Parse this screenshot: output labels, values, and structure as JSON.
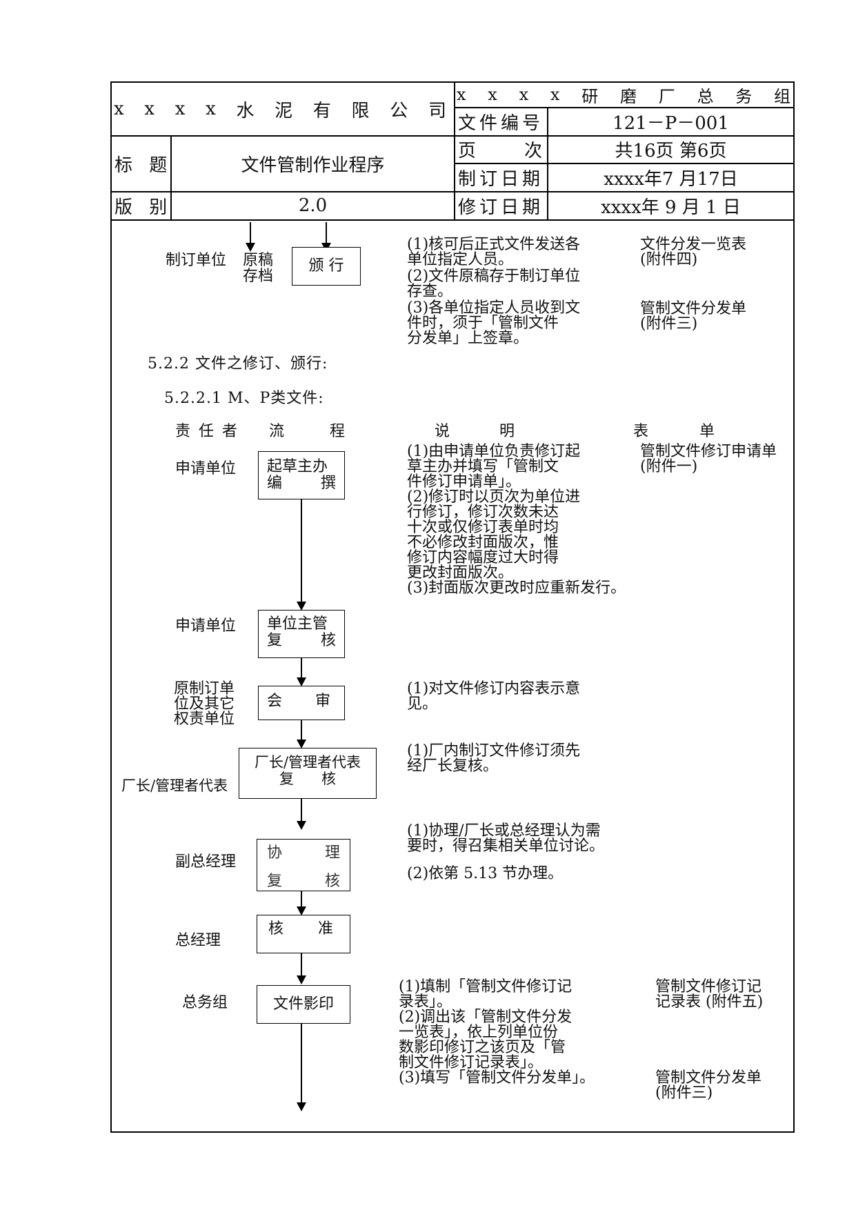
{
  "header": {
    "company": [
      "x",
      "x",
      "x",
      "x",
      "水",
      "泥",
      "有",
      "限",
      "公",
      "司"
    ],
    "department": [
      "x",
      "x",
      "x",
      "x",
      "研",
      "磨",
      "厂",
      "总",
      "务",
      "组"
    ],
    "doc_no_label": "文件编号",
    "doc_no_value": "121－P－001",
    "title_label": "标 题",
    "title_value": "文件管制作业程序",
    "page_label": [
      "页",
      "次"
    ],
    "page_value": "共16页 第6页",
    "issue_date_label": "制订日期",
    "issue_date_value": "xxxx年7 月17日",
    "version_label": "版 别",
    "version_value": "2.0",
    "revise_date_label": "修订日期",
    "revise_date_value": "xxxx年 9 月 1 日"
  },
  "top_section": {
    "unit": "制订单位",
    "archive": [
      "原稿",
      "存档"
    ],
    "issue_box": "颁 行",
    "notes": [
      [
        "(1)核可后正式文件发送各",
        "   单位指定人员。"
      ],
      [
        "(2)文件原稿存于制订单位",
        "   存查。"
      ],
      [
        "(3)各单位指定人员收到文",
        "   件时，须于「管制文件",
        "   分发单」上签章。"
      ]
    ],
    "forms": [
      [
        "文件分发一览表",
        "(附件四)"
      ],
      [
        "管制文件分发单",
        "(附件三)"
      ]
    ]
  },
  "section_522": "5.2.2 文件之修订、颁行:",
  "section_5221": "5.2.2.1 M、P类文件:",
  "columns": {
    "responsible": "责任者",
    "flow": [
      "流",
      "程"
    ],
    "desc": [
      "说",
      "明"
    ],
    "form": [
      "表",
      "单"
    ]
  },
  "steps": {
    "s1": {
      "role": "申请单位",
      "box": [
        "起草主办",
        "编",
        "撰"
      ],
      "notes": [
        "(1)由申请单位负责修订起",
        "   草主办并填写「管制文",
        "   件修订申请单」。",
        "(2)修订时以页次为单位进",
        "   行修订，修订次数未达",
        "   十次或仅修订表单时均",
        "   不必修改封面版次，惟",
        "   修订内容幅度过大时得",
        "   更改封面版次。",
        "(3)封面版次更改时应重新发行。"
      ],
      "form": [
        "管制文件修订申请单",
        "(附件一)"
      ]
    },
    "s2": {
      "role": "申请单位",
      "box": [
        "单位主管",
        "复",
        "核"
      ]
    },
    "s3": {
      "role": [
        "原制订单",
        "位及其它",
        "权责单位"
      ],
      "box": [
        "会",
        "审"
      ],
      "notes": [
        "(1)对文件修订内容表示意",
        "   见。"
      ]
    },
    "s4": {
      "role": "厂长/管理者代表",
      "box": [
        "厂长/管理者代表",
        "复",
        "核"
      ],
      "notes": [
        "(1)厂内制订文件修订须先",
        "   经厂长复核。"
      ]
    },
    "s5": {
      "role": "副总经理",
      "box": [
        "协",
        "理",
        "复",
        "核"
      ],
      "notes": [
        "(1)协理/厂长或总经理认为需",
        "   要时，得召集相关单位讨论。",
        "(2)依第 5.13 节办理。"
      ]
    },
    "s6": {
      "role": "总经理",
      "box": [
        "核",
        "准"
      ]
    },
    "s7": {
      "role": "总务组",
      "box": "文件影印",
      "notes": [
        "(1)填制「管制文件修订记",
        "   录表」。",
        "(2)调出该「管制文件分发",
        "   一览表」，依上列单位份",
        "   数影印修订之该页及「管",
        "   制文件修订记录表」。",
        "(3)填写「管制文件分发单」。"
      ],
      "forms": [
        [
          "管制文件修订记",
          "记录表 (附件五)"
        ],
        [
          "管制文件分发单",
          "(附件三)"
        ]
      ]
    }
  }
}
